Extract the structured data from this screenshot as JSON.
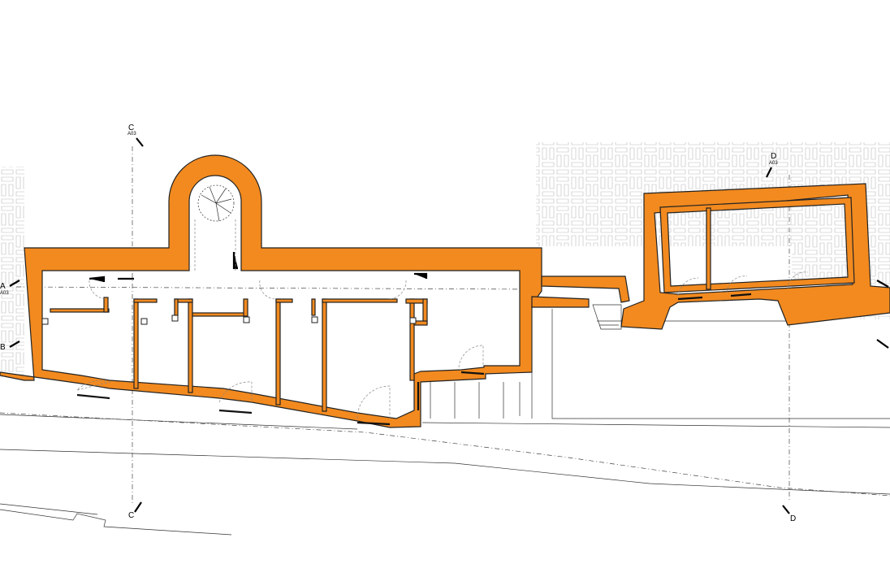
{
  "section_markers": {
    "c_top": {
      "letter": "C",
      "sheet": "A03"
    },
    "c_bottom": {
      "letter": "C"
    },
    "d_top": {
      "letter": "D",
      "sheet": "A03"
    },
    "d_bottom": {
      "letter": "D"
    },
    "a_left": {
      "letter": "A",
      "sheet": "A03"
    },
    "b_left": {
      "letter": "B"
    }
  },
  "colors": {
    "wall_fill": "#f28a1f",
    "line": "#222222",
    "background": "#ffffff"
  }
}
